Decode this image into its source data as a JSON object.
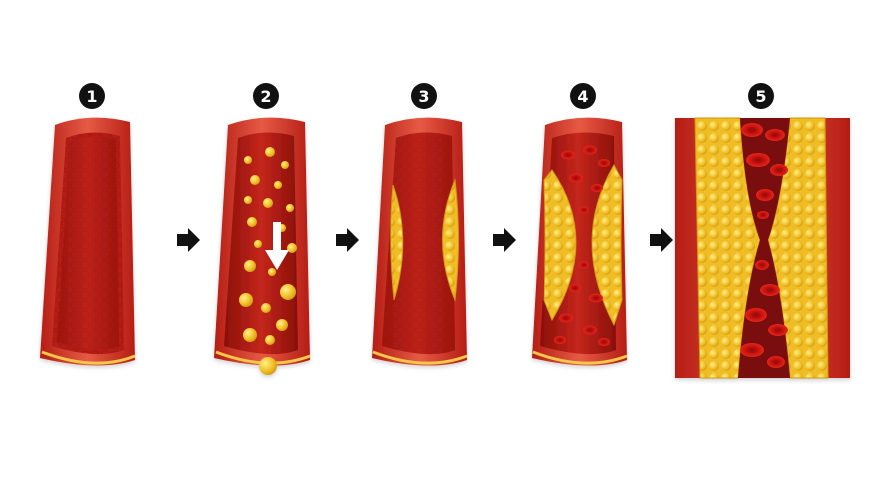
{
  "steps": [
    {
      "number": "1",
      "stage": "healthy-artery"
    },
    {
      "number": "2",
      "stage": "cholesterol-particles-entering"
    },
    {
      "number": "3",
      "stage": "early-plaque-buildup"
    },
    {
      "number": "4",
      "stage": "narrowed-artery-with-blood-cells"
    },
    {
      "number": "5",
      "stage": "severe-blockage-close-up"
    }
  ],
  "arrows": [
    "arrow-1-2",
    "arrow-2-3",
    "arrow-3-4",
    "arrow-4-5"
  ],
  "colors": {
    "background": "#ffffff",
    "badge": "#111111",
    "arrow": "#111111",
    "vessel_wall_outer": "#c7281d",
    "vessel_wall_inner": "#e6604a",
    "lumen": "#b31b12",
    "lumen_dark": "#7d0d09",
    "plaque_yellow": "#f2c22a",
    "plaque_highlight": "#fbe06a",
    "red_blood_cell": "#d8140f",
    "particle_fill": "#e7b22a",
    "flow_arrow": "#ffffff"
  }
}
